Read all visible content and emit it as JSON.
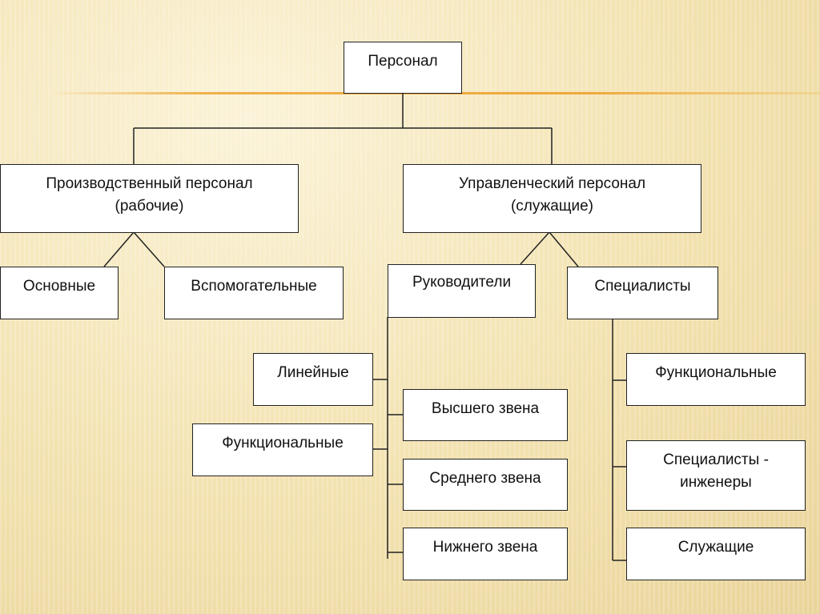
{
  "root": "Персонал",
  "production": {
    "line1": "Производственный персонал",
    "line2": "(рабочие)",
    "children": [
      "Основные",
      "Вспомогательные"
    ]
  },
  "management": {
    "line1": "Управленческий персонал",
    "line2": "(служащие)",
    "managers": {
      "label": "Руководители",
      "types": [
        "Линейные",
        "Функциональные"
      ],
      "levels": [
        "Высшего звена",
        "Среднего звена",
        "Нижнего звена"
      ]
    },
    "specialists": {
      "label": "Специалисты",
      "children": [
        "Функциональные",
        "Специалисты -",
        "инженеры",
        "Служащие"
      ]
    }
  }
}
